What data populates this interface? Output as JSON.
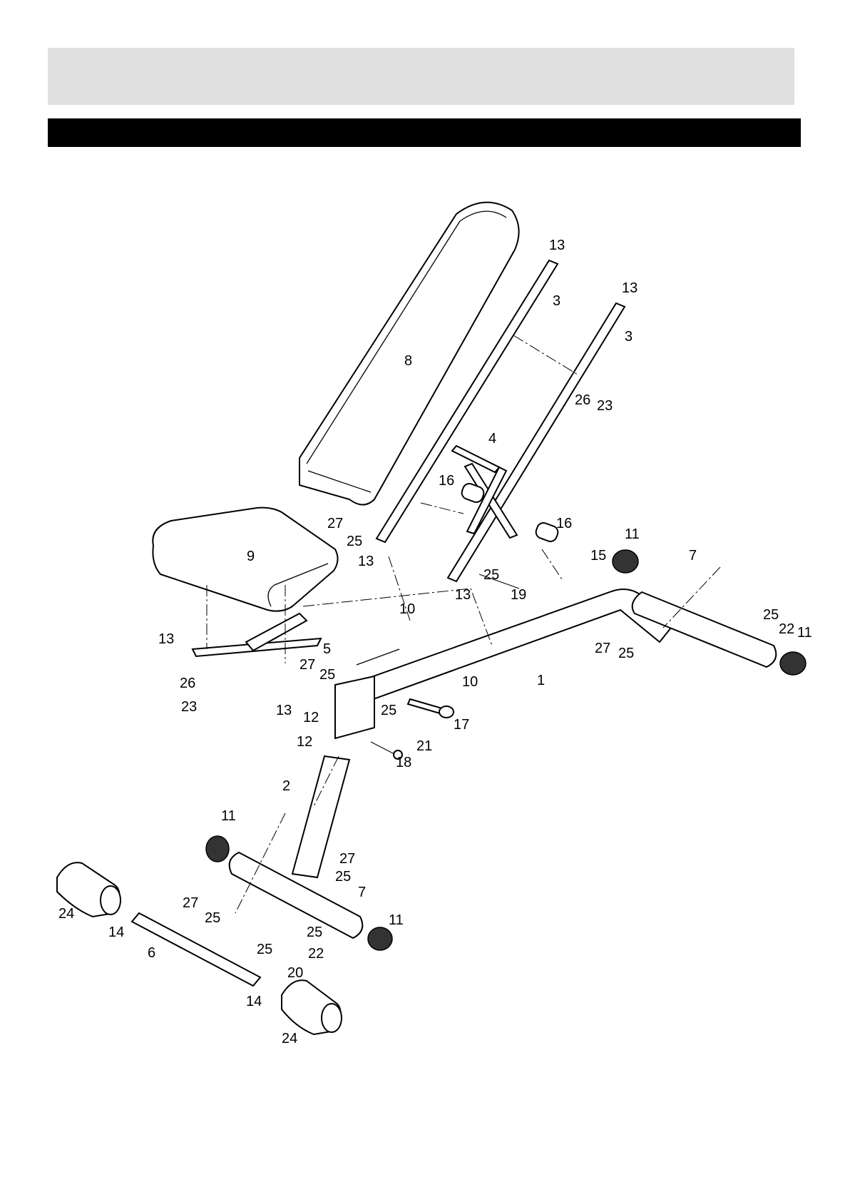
{
  "header_band": {
    "text": ""
  },
  "title_band": {
    "text": ""
  },
  "parts": {
    "p1": "1",
    "p2": "2",
    "p3": "3",
    "p4": "4",
    "p5": "5",
    "p6": "6",
    "p7": "7",
    "p8": "8",
    "p9": "9",
    "p10": "10",
    "p11": "11",
    "p12": "12",
    "p13": "13",
    "p14": "14",
    "p15": "15",
    "p16": "16",
    "p17": "17",
    "p18": "18",
    "p19": "19",
    "p20": "20",
    "p21": "21",
    "p22": "22",
    "p23": "23",
    "p24": "24",
    "p25": "25",
    "p26": "26",
    "p27": "27"
  }
}
